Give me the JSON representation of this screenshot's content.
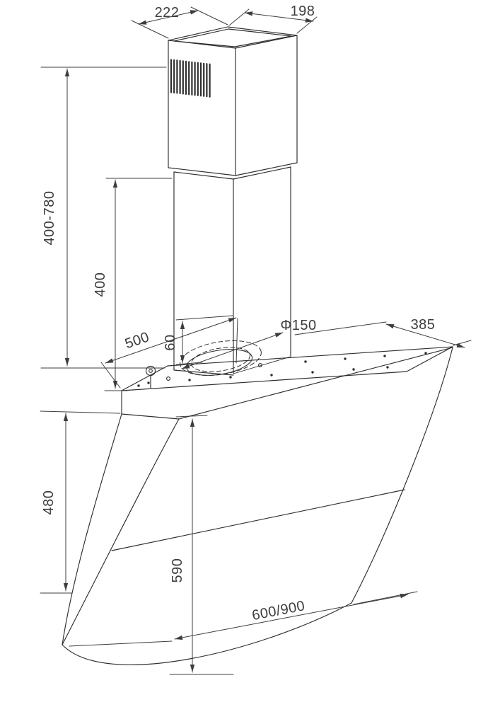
{
  "diagram": {
    "subject": "Chimney cooker hood installation dimensions drawing",
    "labels": {
      "chimney_top_width": "222",
      "chimney_top_depth": "198",
      "telescopic_chimney_height": "400-780",
      "lower_chimney_height": "400",
      "canopy_depth": "500",
      "outlet_collar_height": "60",
      "outlet_diameter": "Φ150",
      "top_panel_depth": "385",
      "rear_body_height": "480",
      "front_glass_height": "590",
      "hood_width_options": "600/900"
    },
    "colors": {
      "background": "#ffffff",
      "stroke": "#2e2e2e",
      "dimension": "#3d3d3d"
    }
  }
}
